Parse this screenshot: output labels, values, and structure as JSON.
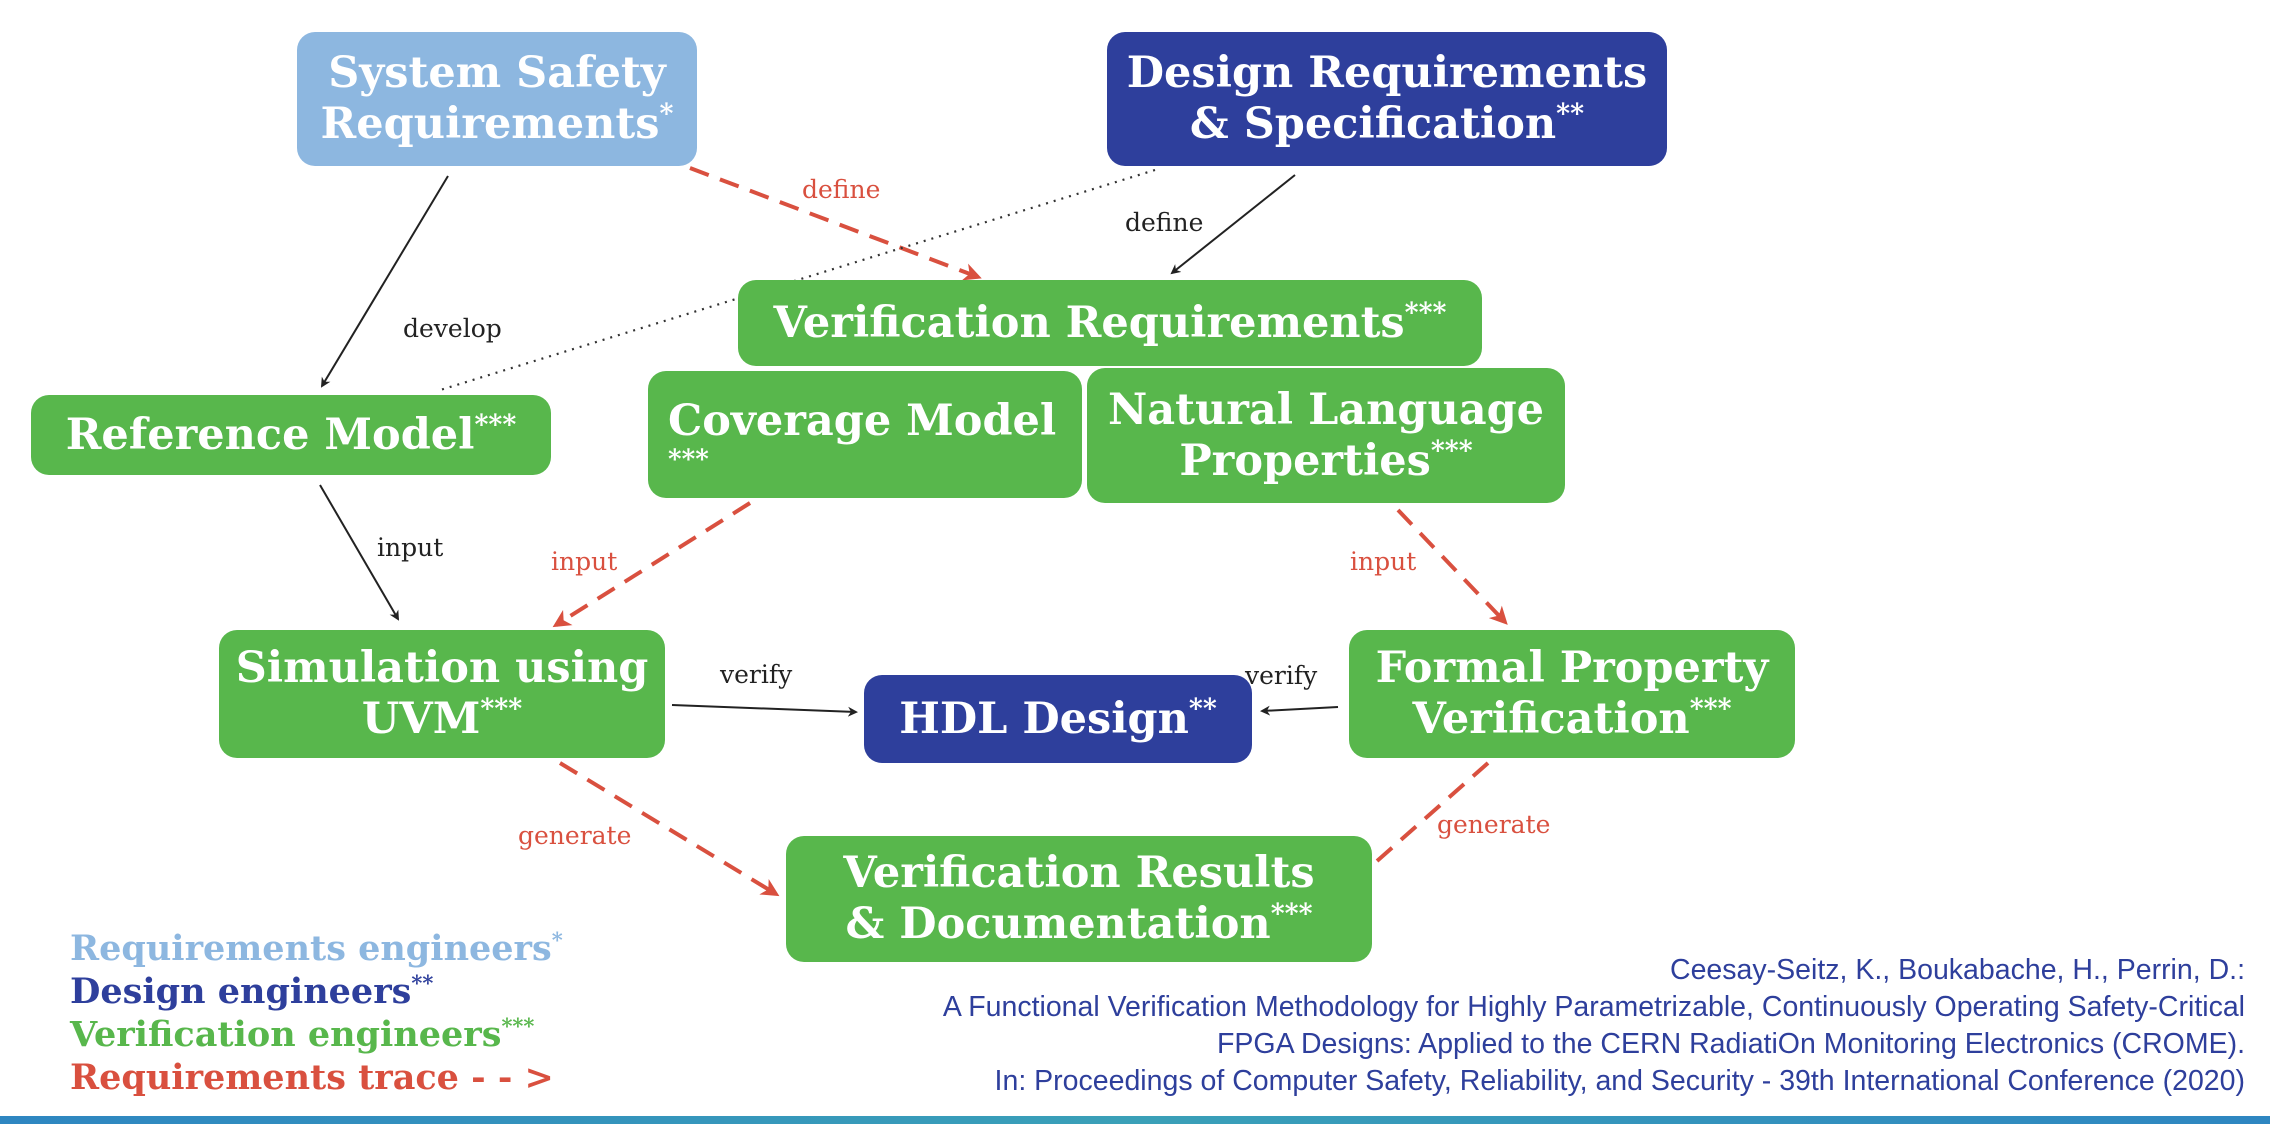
{
  "colors": {
    "requirements": "#8db7e0",
    "design": "#2e3f9c",
    "verification": "#58b74c",
    "trace": "#d9503f",
    "arrow": "#222222",
    "citation": "#2e3f9c"
  },
  "nodes": {
    "system_safety": {
      "line1": "System Safety",
      "line2": "Requirements",
      "sup": "*"
    },
    "design_req": {
      "line1": "Design Requirements",
      "line2": "& Specification",
      "sup": "**"
    },
    "verification_req": {
      "line1": "Verification Requirements",
      "sup": "***"
    },
    "reference_model": {
      "line1": "Reference Model",
      "sup": "***"
    },
    "coverage_model": {
      "line1": "Coverage Model",
      "sup": "***"
    },
    "natural_language": {
      "line1": "Natural Language",
      "line2": "Properties",
      "sup": "***"
    },
    "simulation_uvm": {
      "line1": "Simulation using",
      "line2": "UVM",
      "sup": "***"
    },
    "hdl_design": {
      "line1": "HDL Design",
      "sup": "**"
    },
    "formal_property": {
      "line1": "Formal Property",
      "line2": "Verification",
      "sup": "***"
    },
    "verification_results": {
      "line1": "Verification Results",
      "line2": "& Documentation",
      "sup": "***"
    }
  },
  "edges": {
    "define_red": "define",
    "define_black": "define",
    "develop": "develop",
    "input_black": "input",
    "input_red_left": "input",
    "input_red_right": "input",
    "verify_left": "verify",
    "verify_right": "verify",
    "generate_left": "generate",
    "generate_right": "generate"
  },
  "legend": [
    {
      "label": "Requirements engineers",
      "sup": "*",
      "color": "#8db7e0"
    },
    {
      "label": "Design engineers",
      "sup": "**",
      "color": "#2e3f9c"
    },
    {
      "label": "Verification engineers",
      "sup": "***",
      "color": "#58b74c"
    },
    {
      "label": "Requirements trace - - >",
      "sup": "",
      "color": "#d9503f"
    }
  ],
  "citation": {
    "line1": "Ceesay-Seitz, K., Boukabache, H., Perrin, D.:",
    "line2": "A Functional Verification Methodology for Highly Parametrizable, Continuously Operating Safety-Critical",
    "line3": "FPGA Designs: Applied to the CERN RadiatiOn Monitoring Electronics (CROME).",
    "line4": "In: Proceedings of Computer Safety, Reliability, and Security - 39th International Conference (2020)"
  }
}
